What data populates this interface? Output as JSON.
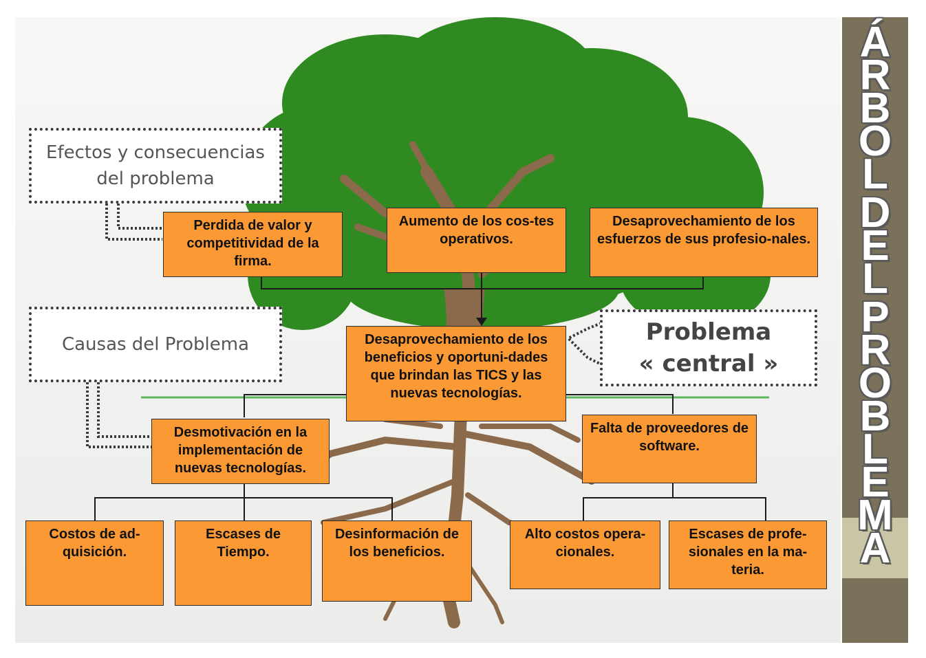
{
  "title_letters": [
    "Á",
    "R",
    "B",
    "O",
    "L",
    "D",
    "E",
    "L",
    "P",
    "R",
    "O",
    "B",
    "L",
    "E",
    "M",
    "A"
  ],
  "labels": {
    "effects": "Efectos y consecuencias del problema",
    "causes": "Causas del Problema",
    "central_line1": "Problema",
    "central_line2": "« central »"
  },
  "effects": [
    "Perdida de valor y competitividad de la firma.",
    "Aumento de los cos-tes operativos.",
    "Desaprovechamiento de los esfuerzos de sus profesio-nales."
  ],
  "central_problem": "Desaprovechamiento de los beneficios y oportuni-dades que brindan las TICS y las nuevas tecnologías.",
  "causes": [
    "Desmotivación en la implementación de nuevas tecnologías.",
    "Falta de proveedores de software."
  ],
  "sub_causes": [
    "Costos de ad-quisición.",
    "Escases de Tiempo.",
    "Desinformación de los beneficios.",
    "Alto costos opera-cionales.",
    "Escases de profe-sionales en la ma-teria."
  ],
  "colors": {
    "box_fill": "#fb9a35",
    "canopy": "#2f8a22",
    "trunk": "#8a6a4a",
    "ground_line": "#5cb85c",
    "title_band": "#7b715b"
  }
}
